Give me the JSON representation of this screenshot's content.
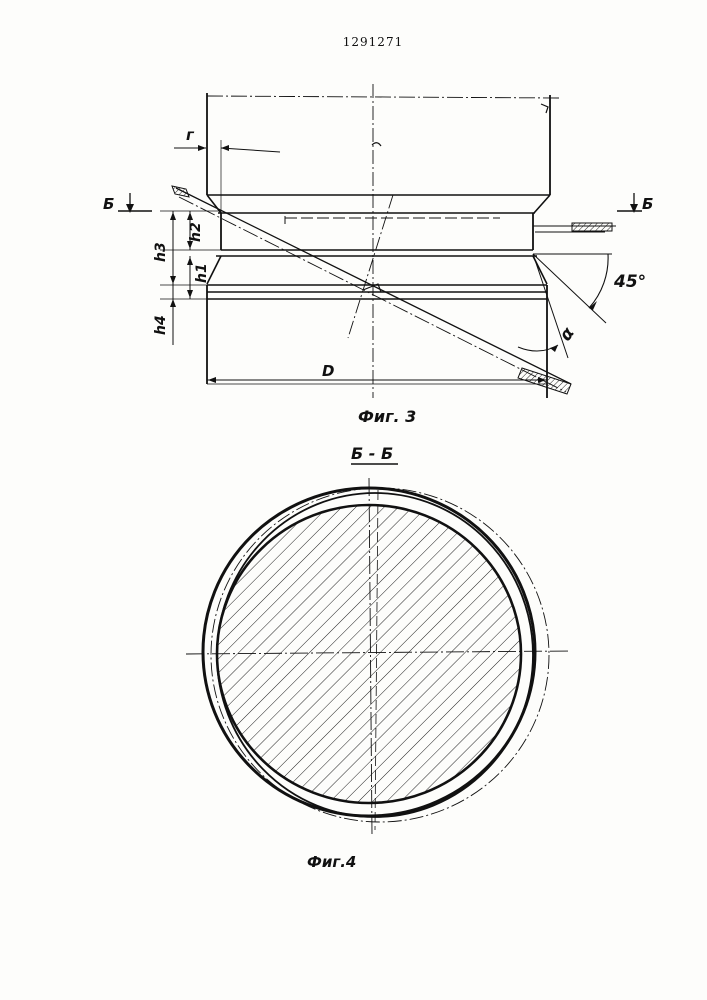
{
  "patent_number": "1291271",
  "fig3": {
    "caption": "Фиг. 3",
    "labels": {
      "g": "г",
      "h1": "h1",
      "h2": "h2",
      "h3": "h3",
      "h4": "h4",
      "D": "D",
      "angle_45": "45°",
      "alpha": "α",
      "section_mark_left": "Б",
      "section_mark_right": "Б"
    }
  },
  "fig4": {
    "section_title": "Б - Б",
    "caption": "Фиг.4"
  }
}
